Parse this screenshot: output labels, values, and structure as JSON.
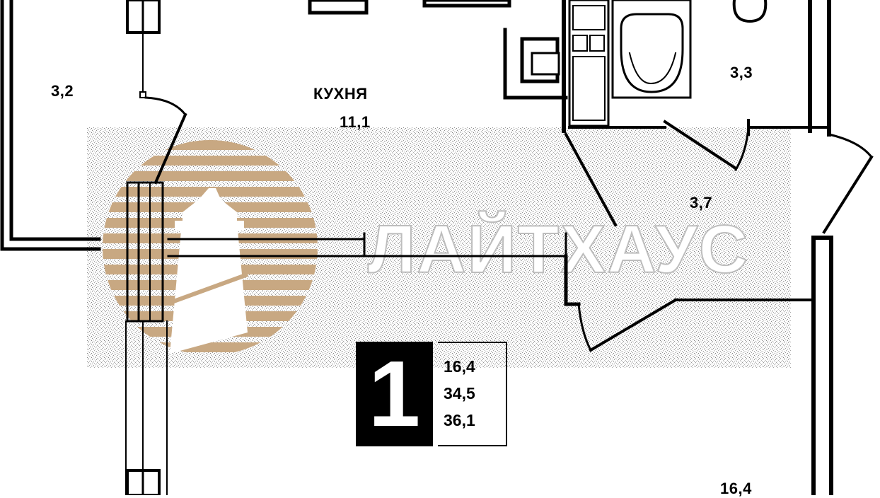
{
  "rooms": {
    "storage_area": "3,2",
    "kitchen_name": "КУХНЯ",
    "kitchen_area": "11,1",
    "bathroom_area": "3,3",
    "hallway_area": "3,7",
    "living_area": "16,4"
  },
  "summary": {
    "room_count": "1",
    "living_area": "16,4",
    "total_area": "34,5",
    "total_with_balcony": "36,1"
  },
  "watermark": {
    "brand_text": "ЛАЙТХАУС",
    "logo_color": "#c8a882",
    "noise_color": "#9a9a9a"
  }
}
